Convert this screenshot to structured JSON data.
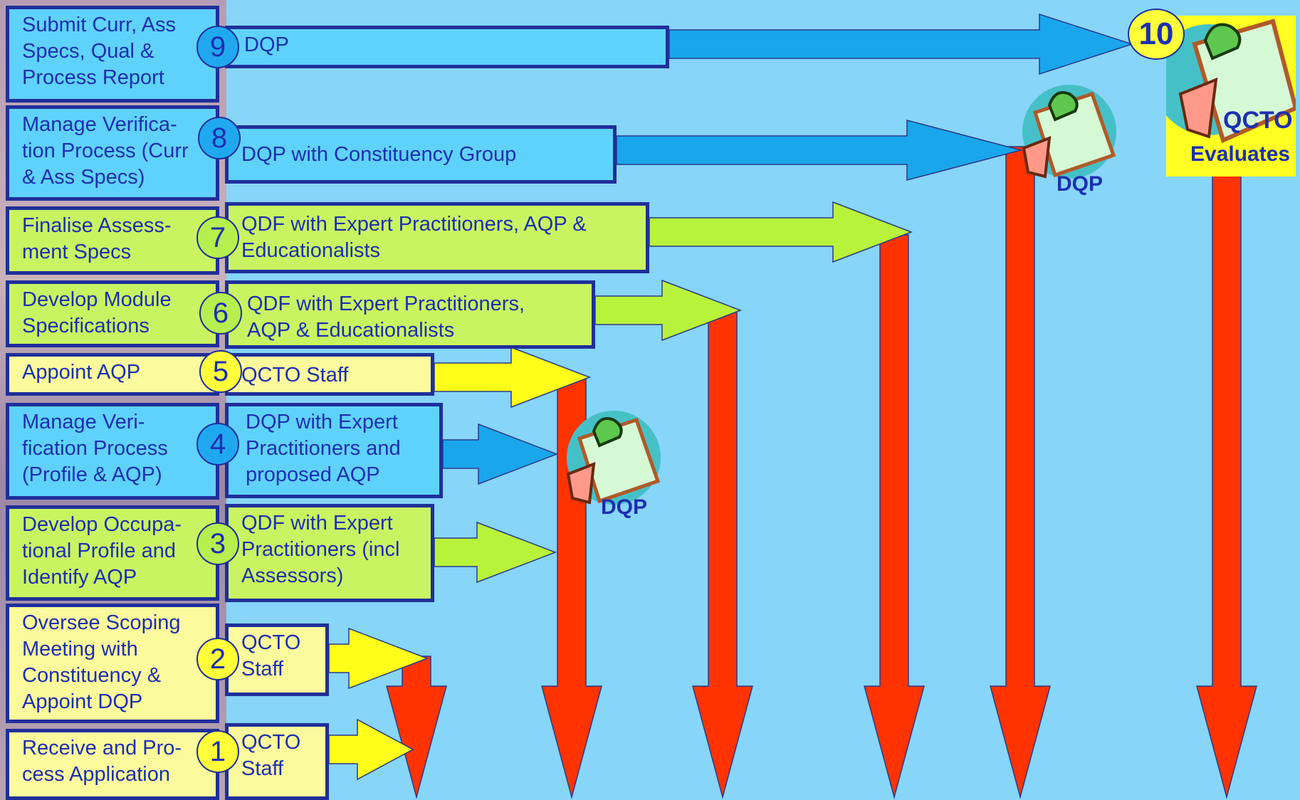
{
  "steps": [
    {
      "n": "1",
      "title": "Receive and Pro-\ncess Application",
      "actor": "QCTO\nStaff"
    },
    {
      "n": "2",
      "title": "Oversee Scoping\nMeeting with\nConstituency  &\nAppoint DQP",
      "actor": "QCTO\nStaff"
    },
    {
      "n": "3",
      "title": "Develop  Occupa-\ntional Profile and\nIdentify AQP",
      "actor": "QDF with Expert\nPractitioners (incl\nAssessors)"
    },
    {
      "n": "4",
      "title": "Manage Veri-\nfication Process\n(Profile & AQP)",
      "actor": "DQP with Expert\nPractitioners and\nproposed AQP"
    },
    {
      "n": "5",
      "title": "Appoint AQP",
      "actor": "QCTO Staff"
    },
    {
      "n": "6",
      "title": "Develop Module\nSpecifications",
      "actor": "QDF with  Expert  Practitioners,\nAQP & Educationalists"
    },
    {
      "n": "7",
      "title": "Finalise Assess-\nment Specs",
      "actor": "QDF with Expert Practitioners, AQP &\nEducationalists"
    },
    {
      "n": "8",
      "title": "Manage Verifica-\ntion Process (Curr\n& Ass Specs)",
      "actor": "DQP with Constituency Group"
    },
    {
      "n": "9",
      "title": "Submit Curr,  Ass\nSpecs, Qual &\nProcess Report",
      "actor": "DQP"
    },
    {
      "n": "10"
    }
  ],
  "icons": {
    "dqp_label_a": "DQP",
    "dqp_label_b": "DQP",
    "qcto_label": "QCTO",
    "evaluates_label": "Evaluates"
  },
  "colors": {
    "background": "#87d5f8",
    "blue": "#5fd2fb",
    "green": "#c9f462",
    "yellow": "#fbfb9d",
    "red_arrow": "#ff3300",
    "border": "#1f2f9a",
    "text": "#1d2fb0"
  }
}
